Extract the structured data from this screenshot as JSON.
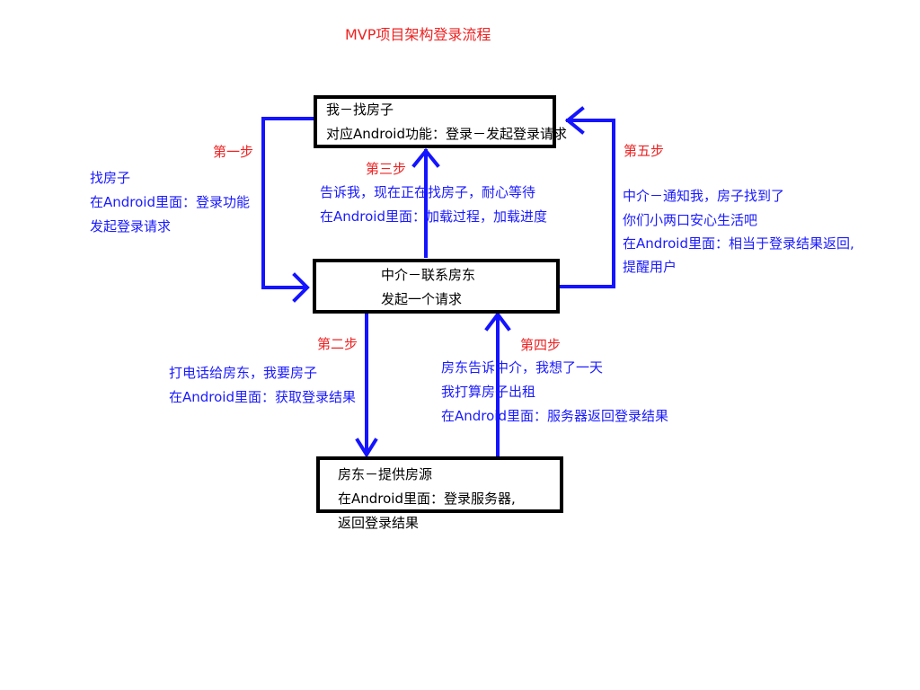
{
  "title": "MVP项目架构登录流程",
  "colors": {
    "arrow": "#1414ff",
    "step": "#ee2222",
    "note": "#1a1aff",
    "box_border": "#000000"
  },
  "nodes": {
    "me": {
      "line1": "我－找房子",
      "line2": "对应Android功能：登录－发起登录请求"
    },
    "agent": {
      "line1": "中介－联系房东",
      "line2": "发起一个请求"
    },
    "landlord": {
      "line1": "房东－提供房源",
      "line2": "在Android里面：登录服务器,",
      "line3": "返回登录结果"
    }
  },
  "steps": {
    "step1": {
      "label": "第一步",
      "lines": [
        "找房子",
        "在Android里面：登录功能",
        "发起登录请求"
      ]
    },
    "step2": {
      "label": "第二步",
      "lines": [
        "打电话给房东，我要房子",
        "在Android里面：获取登录结果"
      ]
    },
    "step3": {
      "label": "第三步",
      "lines": [
        "告诉我，现在正在找房子，耐心等待",
        "在Android里面：加载过程，加载进度"
      ]
    },
    "step4": {
      "label": "第四步",
      "lines": [
        "房东告诉中介，我想了一天",
        "我打算房子出租",
        "在Android里面：服务器返回登录结果"
      ]
    },
    "step5": {
      "label": "第五步",
      "lines": [
        "中介－通知我，房子找到了",
        "你们小两口安心生活吧",
        "在Android里面：相当于登录结果返回,",
        "提醒用户"
      ]
    }
  }
}
